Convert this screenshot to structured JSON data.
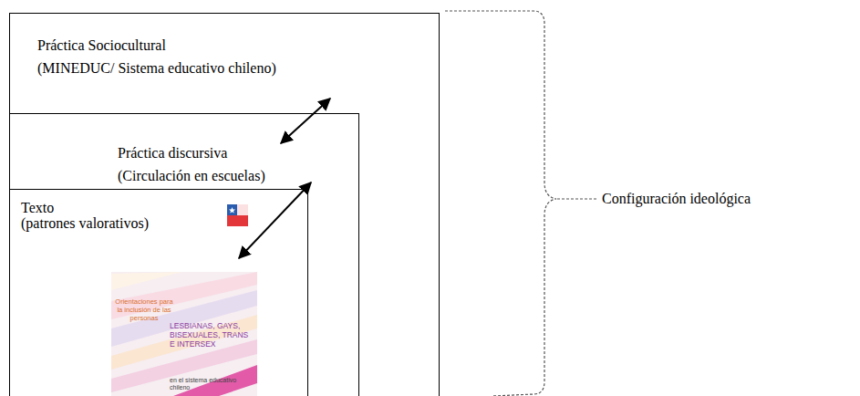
{
  "diagram": {
    "nodes": [
      {
        "text": [
          "Práctica Sociocultural",
          "(MINEDUC/ Sistema educativo chileno)"
        ]
      },
      {
        "text": [
          "Práctica discursiva",
          "(Circulación en escuelas)"
        ],
        "in": 0
      },
      {
        "text": [
          "Texto",
          "(patrones valorativos)"
        ],
        "in": 1
      }
    ],
    "edges": [
      {
        "from": 0,
        "to": 1,
        "arrow": "both"
      },
      {
        "from": 1,
        "to": 2,
        "arrow": "both"
      }
    ],
    "labels": [
      "Orientaciones para la inclusión de las personas",
      "LESBIANAS, GAYS, BISEXUALES, TRANS E INTERSEX",
      "en el sistema educativo chileno",
      "Configuración ideológica"
    ]
  }
}
